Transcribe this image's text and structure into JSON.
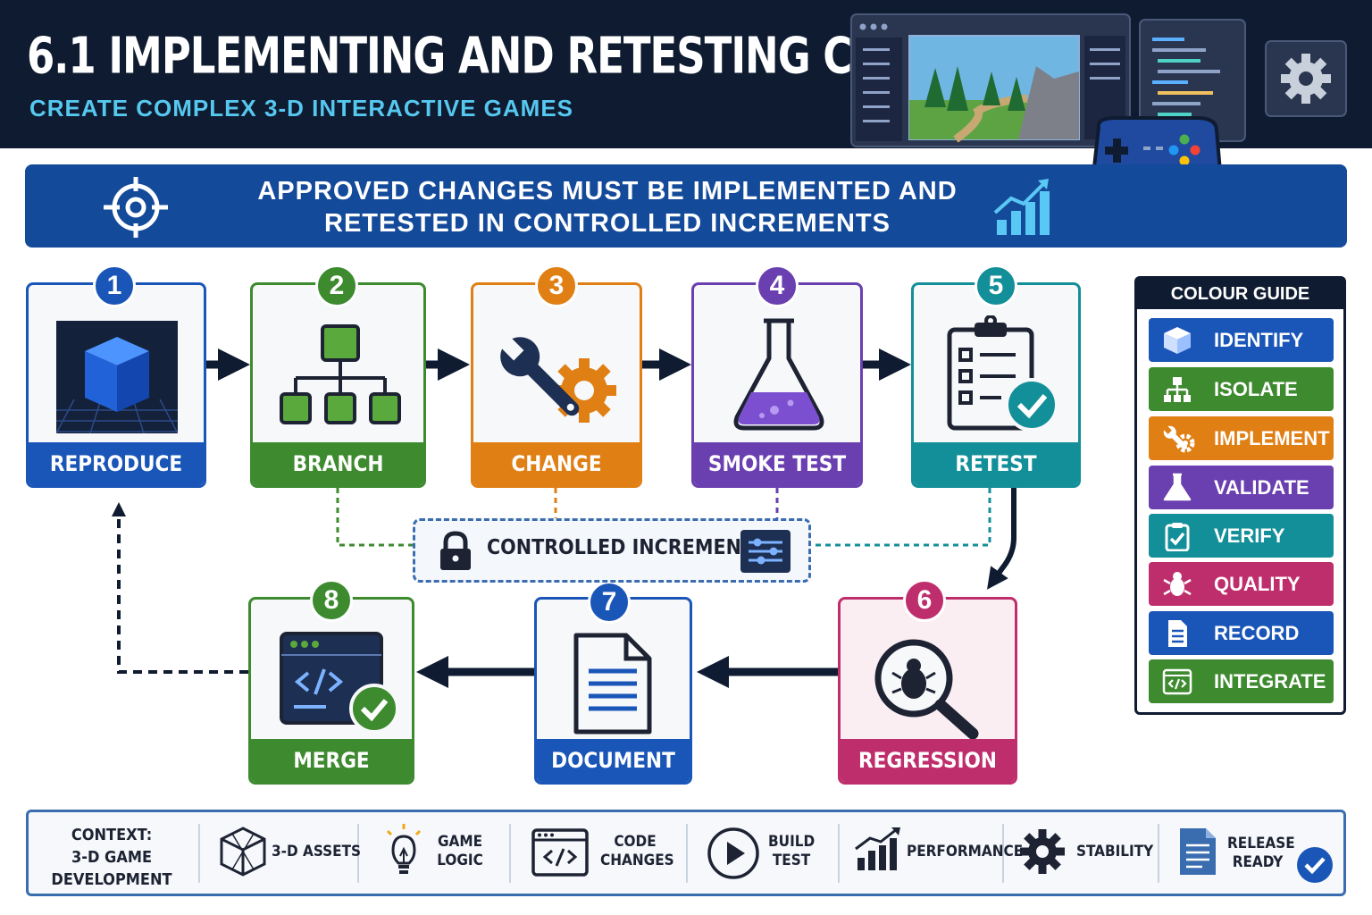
{
  "header": {
    "title": "6.1 IMPLEMENTING AND RETESTING CHANGES",
    "subtitle": "CREATE COMPLEX 3-D INTERACTIVE GAMES"
  },
  "banner": {
    "line1": "APPROVED CHANGES MUST BE IMPLEMENTED AND",
    "line2": "RETESTED IN CONTROLLED INCREMENTS"
  },
  "steps": [
    {
      "number": "1",
      "label": "REPRODUCE",
      "color": "#1a56b8",
      "icon": "cube-icon"
    },
    {
      "number": "2",
      "label": "BRANCH",
      "color": "#3d8a2f",
      "icon": "branch-tree-icon"
    },
    {
      "number": "3",
      "label": "CHANGE",
      "color": "#e07f14",
      "icon": "wrench-gear-icon"
    },
    {
      "number": "4",
      "label": "SMOKE TEST",
      "color": "#6a3fb0",
      "icon": "flask-icon"
    },
    {
      "number": "5",
      "label": "RETEST",
      "color": "#138f99",
      "icon": "clipboard-check-icon"
    },
    {
      "number": "6",
      "label": "REGRESSION",
      "color": "#bf2e6c",
      "icon": "bug-magnifier-icon"
    },
    {
      "number": "7",
      "label": "DOCUMENT",
      "color": "#1a56b8",
      "icon": "document-icon"
    },
    {
      "number": "8",
      "label": "MERGE",
      "color": "#3d8a2f",
      "icon": "code-window-check-icon"
    }
  ],
  "controlled_increments": {
    "label": "CONTROLLED INCREMENTS"
  },
  "colour_guide": {
    "title": "COLOUR GUIDE",
    "items": [
      {
        "label": "IDENTIFY",
        "color": "#1a56b8",
        "icon": "cube-icon"
      },
      {
        "label": "ISOLATE",
        "color": "#3d8a2f",
        "icon": "branch-icon"
      },
      {
        "label": "IMPLEMENT",
        "color": "#e07f14",
        "icon": "wrench-gear-icon"
      },
      {
        "label": "VALIDATE",
        "color": "#6a3fb0",
        "icon": "flask-icon"
      },
      {
        "label": "VERIFY",
        "color": "#138f99",
        "icon": "clipboard-icon"
      },
      {
        "label": "QUALITY",
        "color": "#bf2e6c",
        "icon": "bug-icon"
      },
      {
        "label": "RECORD",
        "color": "#1a56b8",
        "icon": "document-icon"
      },
      {
        "label": "INTEGRATE",
        "color": "#3d8a2f",
        "icon": "code-window-icon"
      }
    ]
  },
  "context": {
    "title_lines": [
      "CONTEXT:",
      "3-D GAME",
      "DEVELOPMENT"
    ],
    "items": [
      {
        "lines": [
          "3-D ASSETS"
        ],
        "icon": "wireframe-cube-icon"
      },
      {
        "lines": [
          "GAME",
          "LOGIC"
        ],
        "icon": "lightbulb-icon"
      },
      {
        "lines": [
          "CODE",
          "CHANGES"
        ],
        "icon": "code-window-icon"
      },
      {
        "lines": [
          "BUILD",
          "TEST"
        ],
        "icon": "play-icon"
      },
      {
        "lines": [
          "PERFORMANCE"
        ],
        "icon": "chart-up-icon"
      },
      {
        "lines": [
          "STABILITY"
        ],
        "icon": "gear-icon"
      },
      {
        "lines": [
          "RELEASE",
          "READY"
        ],
        "icon": "document-check-icon"
      }
    ]
  },
  "colors": {
    "navy": "#0f1b30",
    "banner": "#144a9a",
    "subtitle": "#56c8f0"
  }
}
